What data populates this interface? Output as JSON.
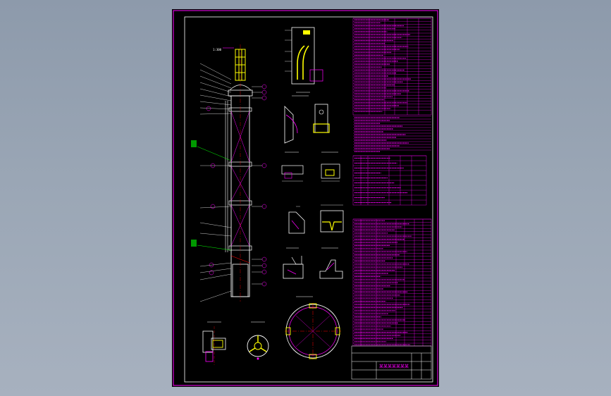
{
  "viewer": {
    "background_top": "#8d9aab",
    "background_bottom": "#a7b1bf"
  },
  "drawing": {
    "paper_color": "#000000",
    "frame_color": "#ff00ff",
    "line_color": "#ffffff",
    "dimension_color": "#ff00ff",
    "column_fill_color": "#ffff00",
    "note_color": "#00ff00",
    "centerline_color": "#ff0000",
    "scale_label": "1:300",
    "title_block_text": "某某某某某某某"
  },
  "views": [
    {
      "name": "column-elevation"
    },
    {
      "name": "detail-top-nozzle"
    },
    {
      "name": "detail-support-lug"
    },
    {
      "name": "detail-flange-a"
    },
    {
      "name": "detail-flange-b"
    },
    {
      "name": "detail-weld-c"
    },
    {
      "name": "detail-weld-d"
    },
    {
      "name": "detail-weld-e"
    },
    {
      "name": "detail-weld-f"
    },
    {
      "name": "section-plan-view"
    },
    {
      "name": "detail-hub"
    },
    {
      "name": "detail-distributor"
    }
  ],
  "tables": [
    {
      "name": "technical-data-table"
    },
    {
      "name": "technical-requirements-notes"
    },
    {
      "name": "nozzle-table"
    },
    {
      "name": "parts-list-table"
    },
    {
      "name": "title-block"
    }
  ]
}
